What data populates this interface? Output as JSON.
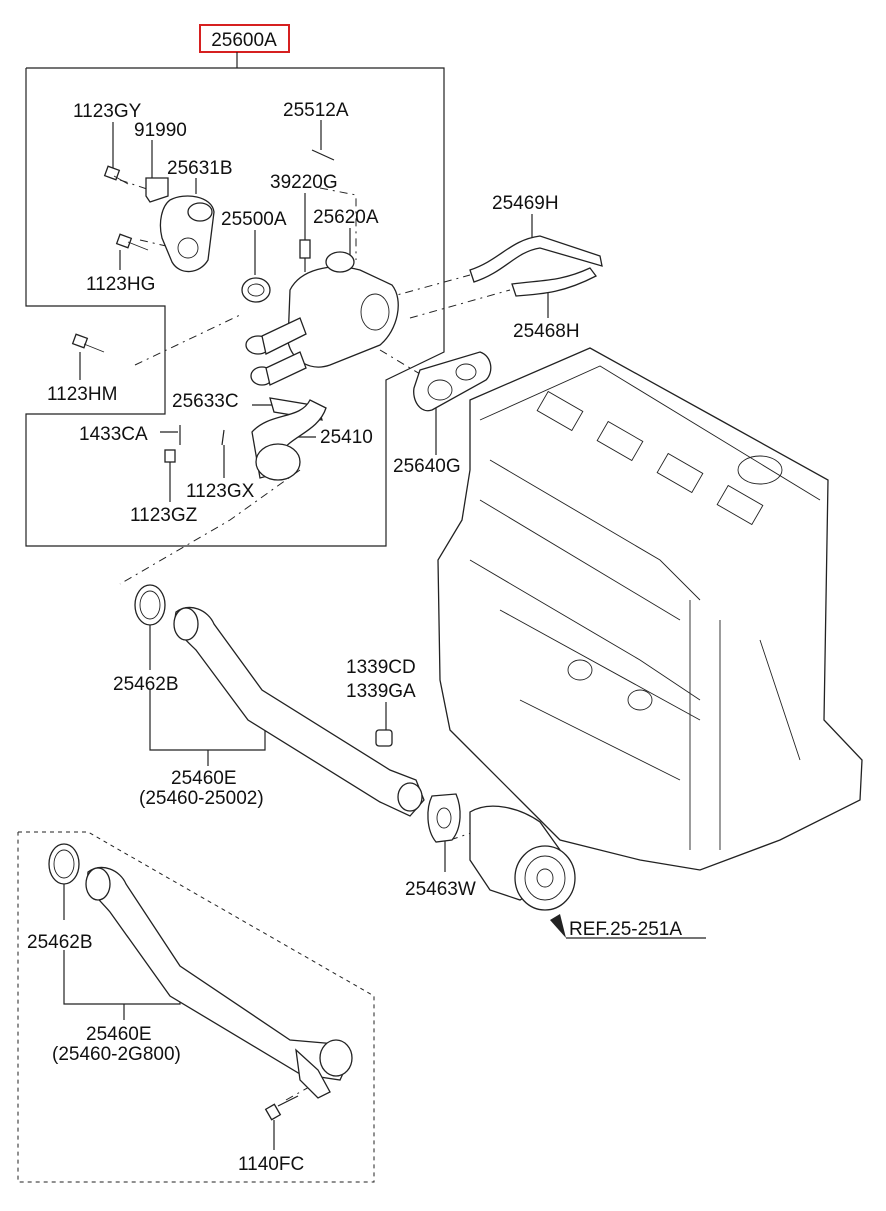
{
  "title_part": "25600A",
  "accent_color": "#d62020",
  "labels": {
    "p1123GY": "1123GY",
    "p91990": "91990",
    "p25631B": "25631B",
    "p25512A": "25512A",
    "p39220G": "39220G",
    "p25500A": "25500A",
    "p25620A": "25620A",
    "p25469H": "25469H",
    "p1123HG": "1123HG",
    "p25468H": "25468H",
    "p1123HM": "1123HM",
    "p25633C": "25633C",
    "p1433CA": "1433CA",
    "p25410": "25410",
    "p25640G": "25640G",
    "p1123GX": "1123GX",
    "p1123GZ": "1123GZ",
    "p25462B_a": "25462B",
    "p1339CD": "1339CD",
    "p1339GA": "1339GA",
    "p25460E_a": "25460E",
    "p25460E_a_sub": "(25460-25002)",
    "p25463W": "25463W",
    "ref": "REF.25-251A",
    "p25462B_b": "25462B",
    "p25460E_b": "25460E",
    "p25460E_b_sub": "(25460-2G800)",
    "p1140FC": "1140FC"
  }
}
